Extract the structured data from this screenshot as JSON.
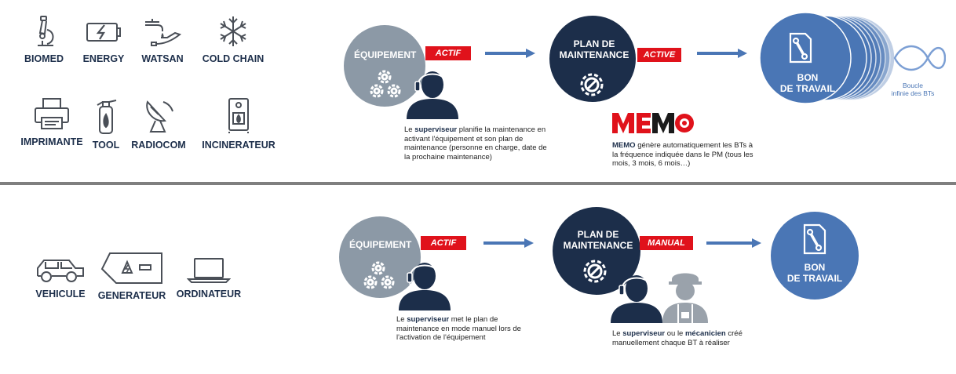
{
  "top_categories": [
    {
      "label": "BIOMED",
      "icon": "microscope-icon"
    },
    {
      "label": "ENERGY",
      "icon": "battery-icon"
    },
    {
      "label": "WATSAN",
      "icon": "water-tap-icon"
    },
    {
      "label": "COLD CHAIN",
      "icon": "snowflake-icon"
    },
    {
      "label": "IMPRIMANTE",
      "icon": "printer-icon"
    },
    {
      "label": "TOOL",
      "icon": "fire-extinguisher-icon"
    },
    {
      "label": "RADIOCOM",
      "icon": "satellite-dish-icon"
    },
    {
      "label": "INCINERATEUR",
      "icon": "incinerator-icon"
    }
  ],
  "bottom_categories": [
    {
      "label": "VEHICULE",
      "icon": "vehicle-icon"
    },
    {
      "label": "GENERATEUR",
      "icon": "generator-icon"
    },
    {
      "label": "ORDINATEUR",
      "icon": "laptop-icon"
    }
  ],
  "top_flow": {
    "equipment_title": "ÉQUIPEMENT",
    "equipment_tag": "ACTIF",
    "plan_title_1": "PLAN DE",
    "plan_title_2": "MAINTENANCE",
    "plan_tag": "ACTIVE",
    "bon_title_1": "BON",
    "bon_title_2": "DE TRAVAIL",
    "loop_label_1": "Boucle",
    "loop_label_2": "infinie des BTs",
    "memo_logo": "MEMO",
    "supervisor_desc": {
      "pre": "Le ",
      "bold": "superviseur",
      "rest": " planifie la maintenance en activant l'équipement et son plan de maintenance (personne en charge, date de la prochaine maintenance)"
    },
    "memo_desc": {
      "bold": "MEMO",
      "rest": " génère automatiquement les BTs à la fréquence indiquée dans le PM (tous les mois, 3 mois, 6 mois…)"
    }
  },
  "bottom_flow": {
    "equipment_title": "ÉQUIPEMENT",
    "equipment_tag": "ACTIF",
    "plan_title_1": "PLAN DE",
    "plan_title_2": "MAINTENANCE",
    "plan_tag": "MANUAL",
    "bon_title_1": "BON",
    "bon_title_2": "DE TRAVAIL",
    "supervisor_desc": {
      "pre": "Le ",
      "bold": "superviseur",
      "rest": " met le plan de maintenance en mode manuel lors de l'activation de l'équipement"
    },
    "mech_desc": {
      "pre": "Le ",
      "bold1": "superviseur",
      "mid": " ou le ",
      "bold2": "mécanicien",
      "rest": " créé manuellement chaque BT à réaliser"
    }
  },
  "colors": {
    "navy": "#1c2e4a",
    "gray_circle": "#8c99a6",
    "blue_circle": "#4a76b5",
    "red_tag": "#e0121b",
    "arrow": "#4a76b5"
  }
}
